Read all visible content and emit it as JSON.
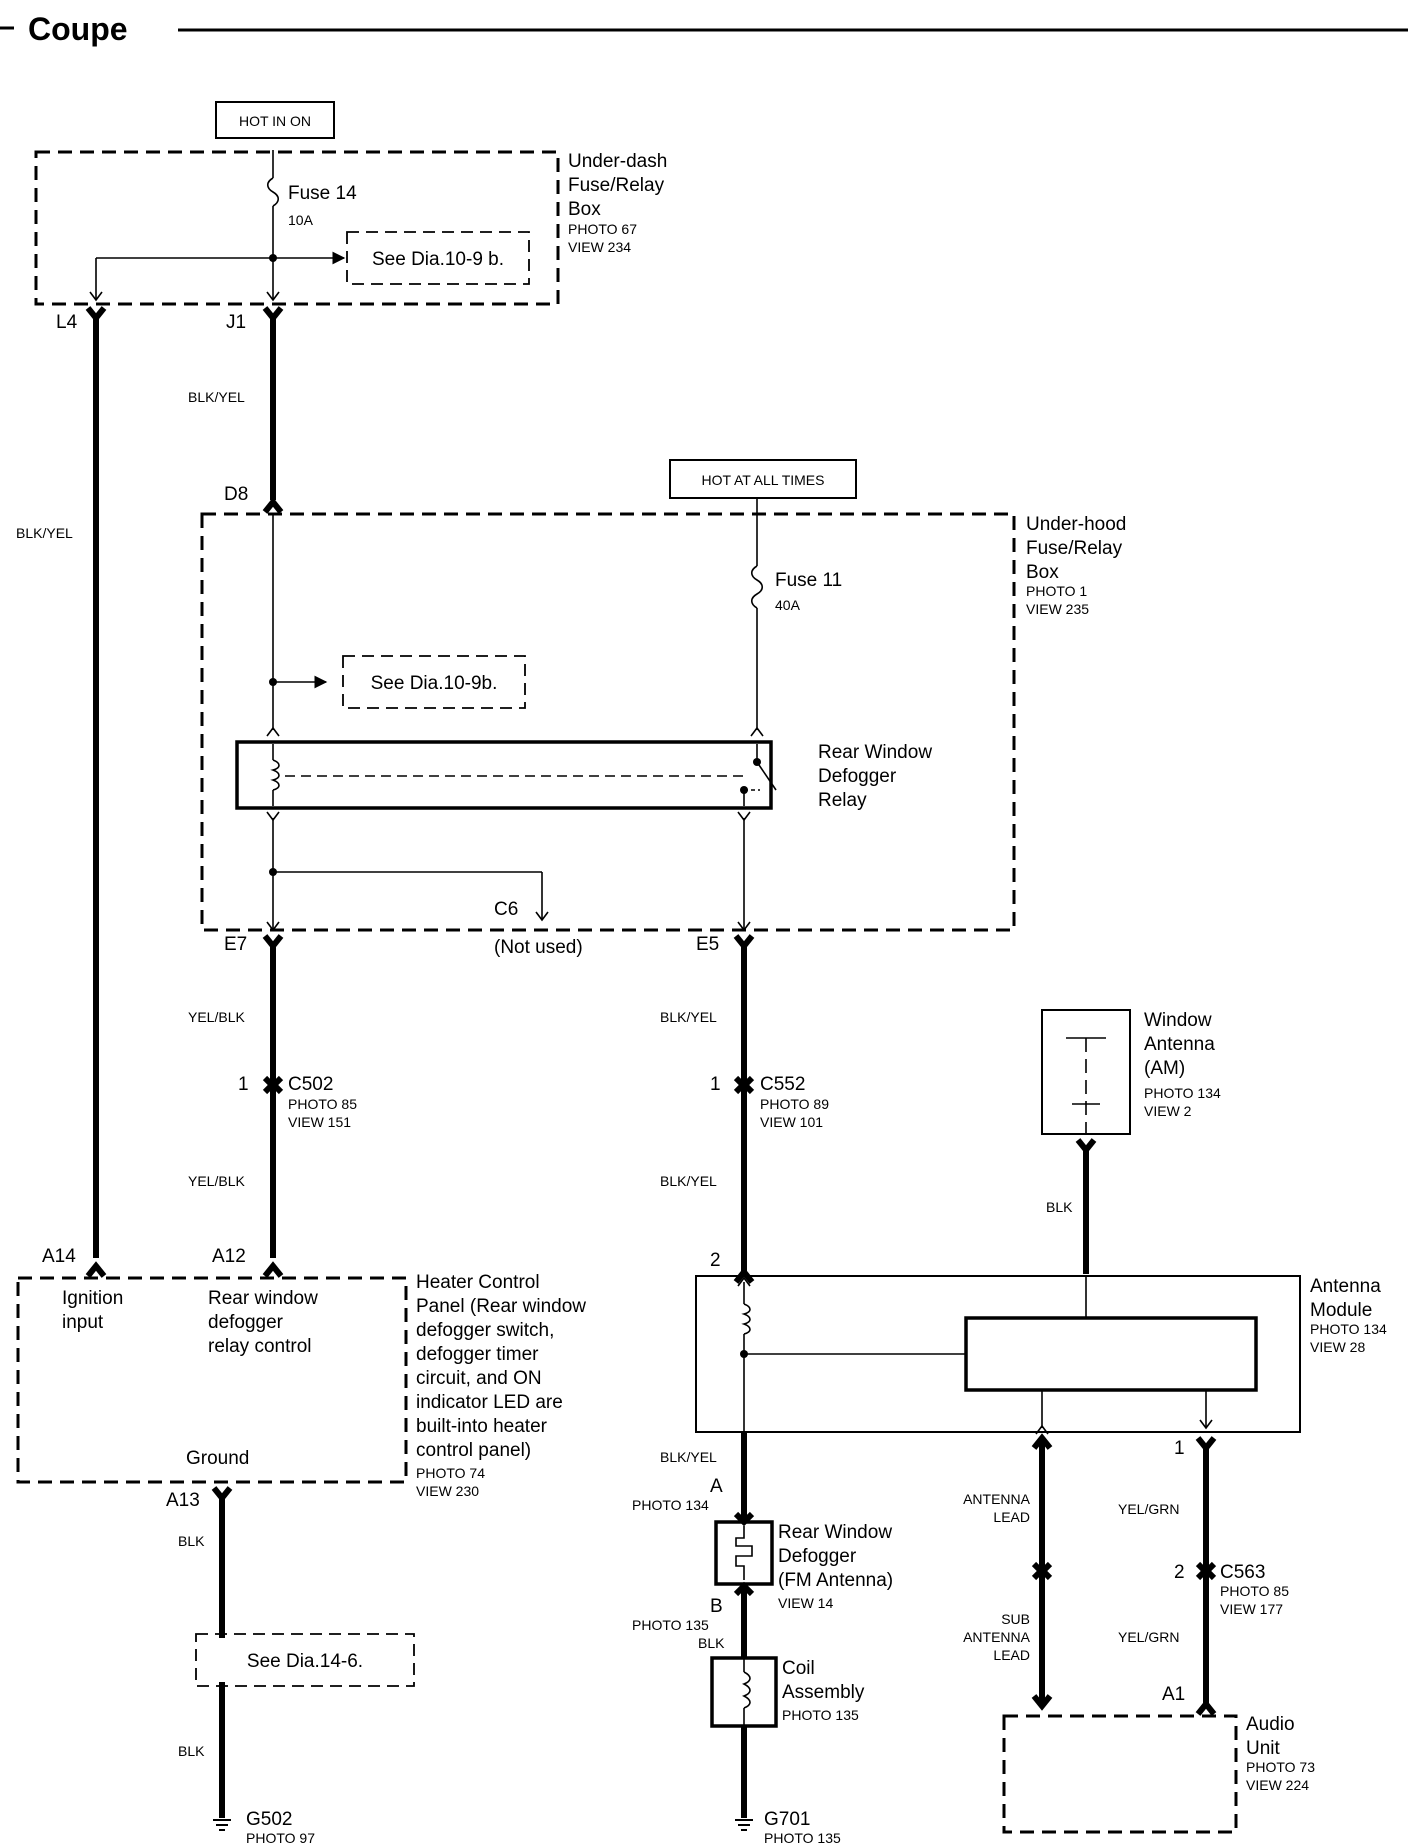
{
  "title": "Coupe",
  "power": {
    "hot_in_on": "HOT IN ON",
    "hot_at_all_times": "HOT AT ALL TIMES"
  },
  "under_dash_box": {
    "name_lines": [
      "Under-dash",
      "Fuse/Relay",
      "Box"
    ],
    "photo": "PHOTO 67",
    "view": "VIEW 234",
    "fuse_label": "Fuse 14",
    "fuse_rating": "10A",
    "see_ref": "See Dia.10-9 b.",
    "terminal_left": "L4",
    "terminal_right": "J1"
  },
  "under_hood_box": {
    "name_lines": [
      "Under-hood",
      "Fuse/Relay",
      "Box"
    ],
    "photo": "PHOTO 1",
    "view": "VIEW 235",
    "fuse_label": "Fuse 11",
    "fuse_rating": "40A",
    "see_ref": "See Dia.10-9b.",
    "terminal_in": "D8",
    "terminal_out_left": "E7",
    "terminal_out_right": "E5",
    "unused_terminal": "C6",
    "unused_note": "(Not used)"
  },
  "relay": {
    "name_lines": [
      "Rear Window",
      "Defogger",
      "Relay"
    ]
  },
  "wires": {
    "blk_yel": "BLK/YEL",
    "yel_blk": "YEL/BLK",
    "blk": "BLK",
    "yel_grn": "YEL/GRN",
    "antenna_lead_lines": [
      "ANTENNA",
      "LEAD"
    ],
    "sub_antenna_lead_lines": [
      "SUB",
      "ANTENNA",
      "LEAD"
    ]
  },
  "connectors": {
    "c502": {
      "name": "C502",
      "pin": "1",
      "photo": "PHOTO 85",
      "view": "VIEW 151"
    },
    "c552": {
      "name": "C552",
      "pin": "1",
      "photo": "PHOTO 89",
      "view": "VIEW 101"
    },
    "c563": {
      "name": "C563",
      "pin": "2",
      "photo": "PHOTO 85",
      "view": "VIEW 177"
    }
  },
  "heater_panel": {
    "terminal_left": "A14",
    "terminal_right": "A12",
    "terminal_ground": "A13",
    "pin_ignition_lines": [
      "Ignition",
      "input"
    ],
    "pin_relay_lines": [
      "Rear window",
      "defogger",
      "relay control"
    ],
    "pin_ground": "Ground",
    "desc_lines": [
      "Heater Control",
      "Panel (Rear window",
      "defogger switch,",
      "defogger timer",
      "circuit, and ON",
      "indicator LED are",
      "built-into heater",
      "control panel)"
    ],
    "photo": "PHOTO 74",
    "view": "VIEW 230",
    "see_ref": "See Dia.14-6."
  },
  "window_antenna": {
    "name_lines": [
      "Window",
      "Antenna",
      "(AM)"
    ],
    "photo": "PHOTO 134",
    "view": "VIEW 2"
  },
  "antenna_module": {
    "name_lines": [
      "Antenna",
      "Module"
    ],
    "photo": "PHOTO 134",
    "view": "VIEW 28",
    "terminal_top": "2",
    "terminal_right": "1"
  },
  "rear_defogger": {
    "terminal_a": "A",
    "photo_a": "PHOTO 134",
    "terminal_b": "B",
    "photo_b": "PHOTO 135",
    "name_lines": [
      "Rear Window",
      "Defogger",
      "(FM Antenna)"
    ],
    "view": "VIEW 14"
  },
  "coil_assembly": {
    "name_lines": [
      "Coil",
      "Assembly"
    ],
    "photo": "PHOTO 135"
  },
  "audio_unit": {
    "terminal": "A1",
    "name_lines": [
      "Audio",
      "Unit"
    ],
    "photo": "PHOTO 73",
    "view": "VIEW 224"
  },
  "grounds": {
    "g502": {
      "name": "G502",
      "photo": "PHOTO 97"
    },
    "g701": {
      "name": "G701",
      "photo": "PHOTO 135"
    }
  }
}
